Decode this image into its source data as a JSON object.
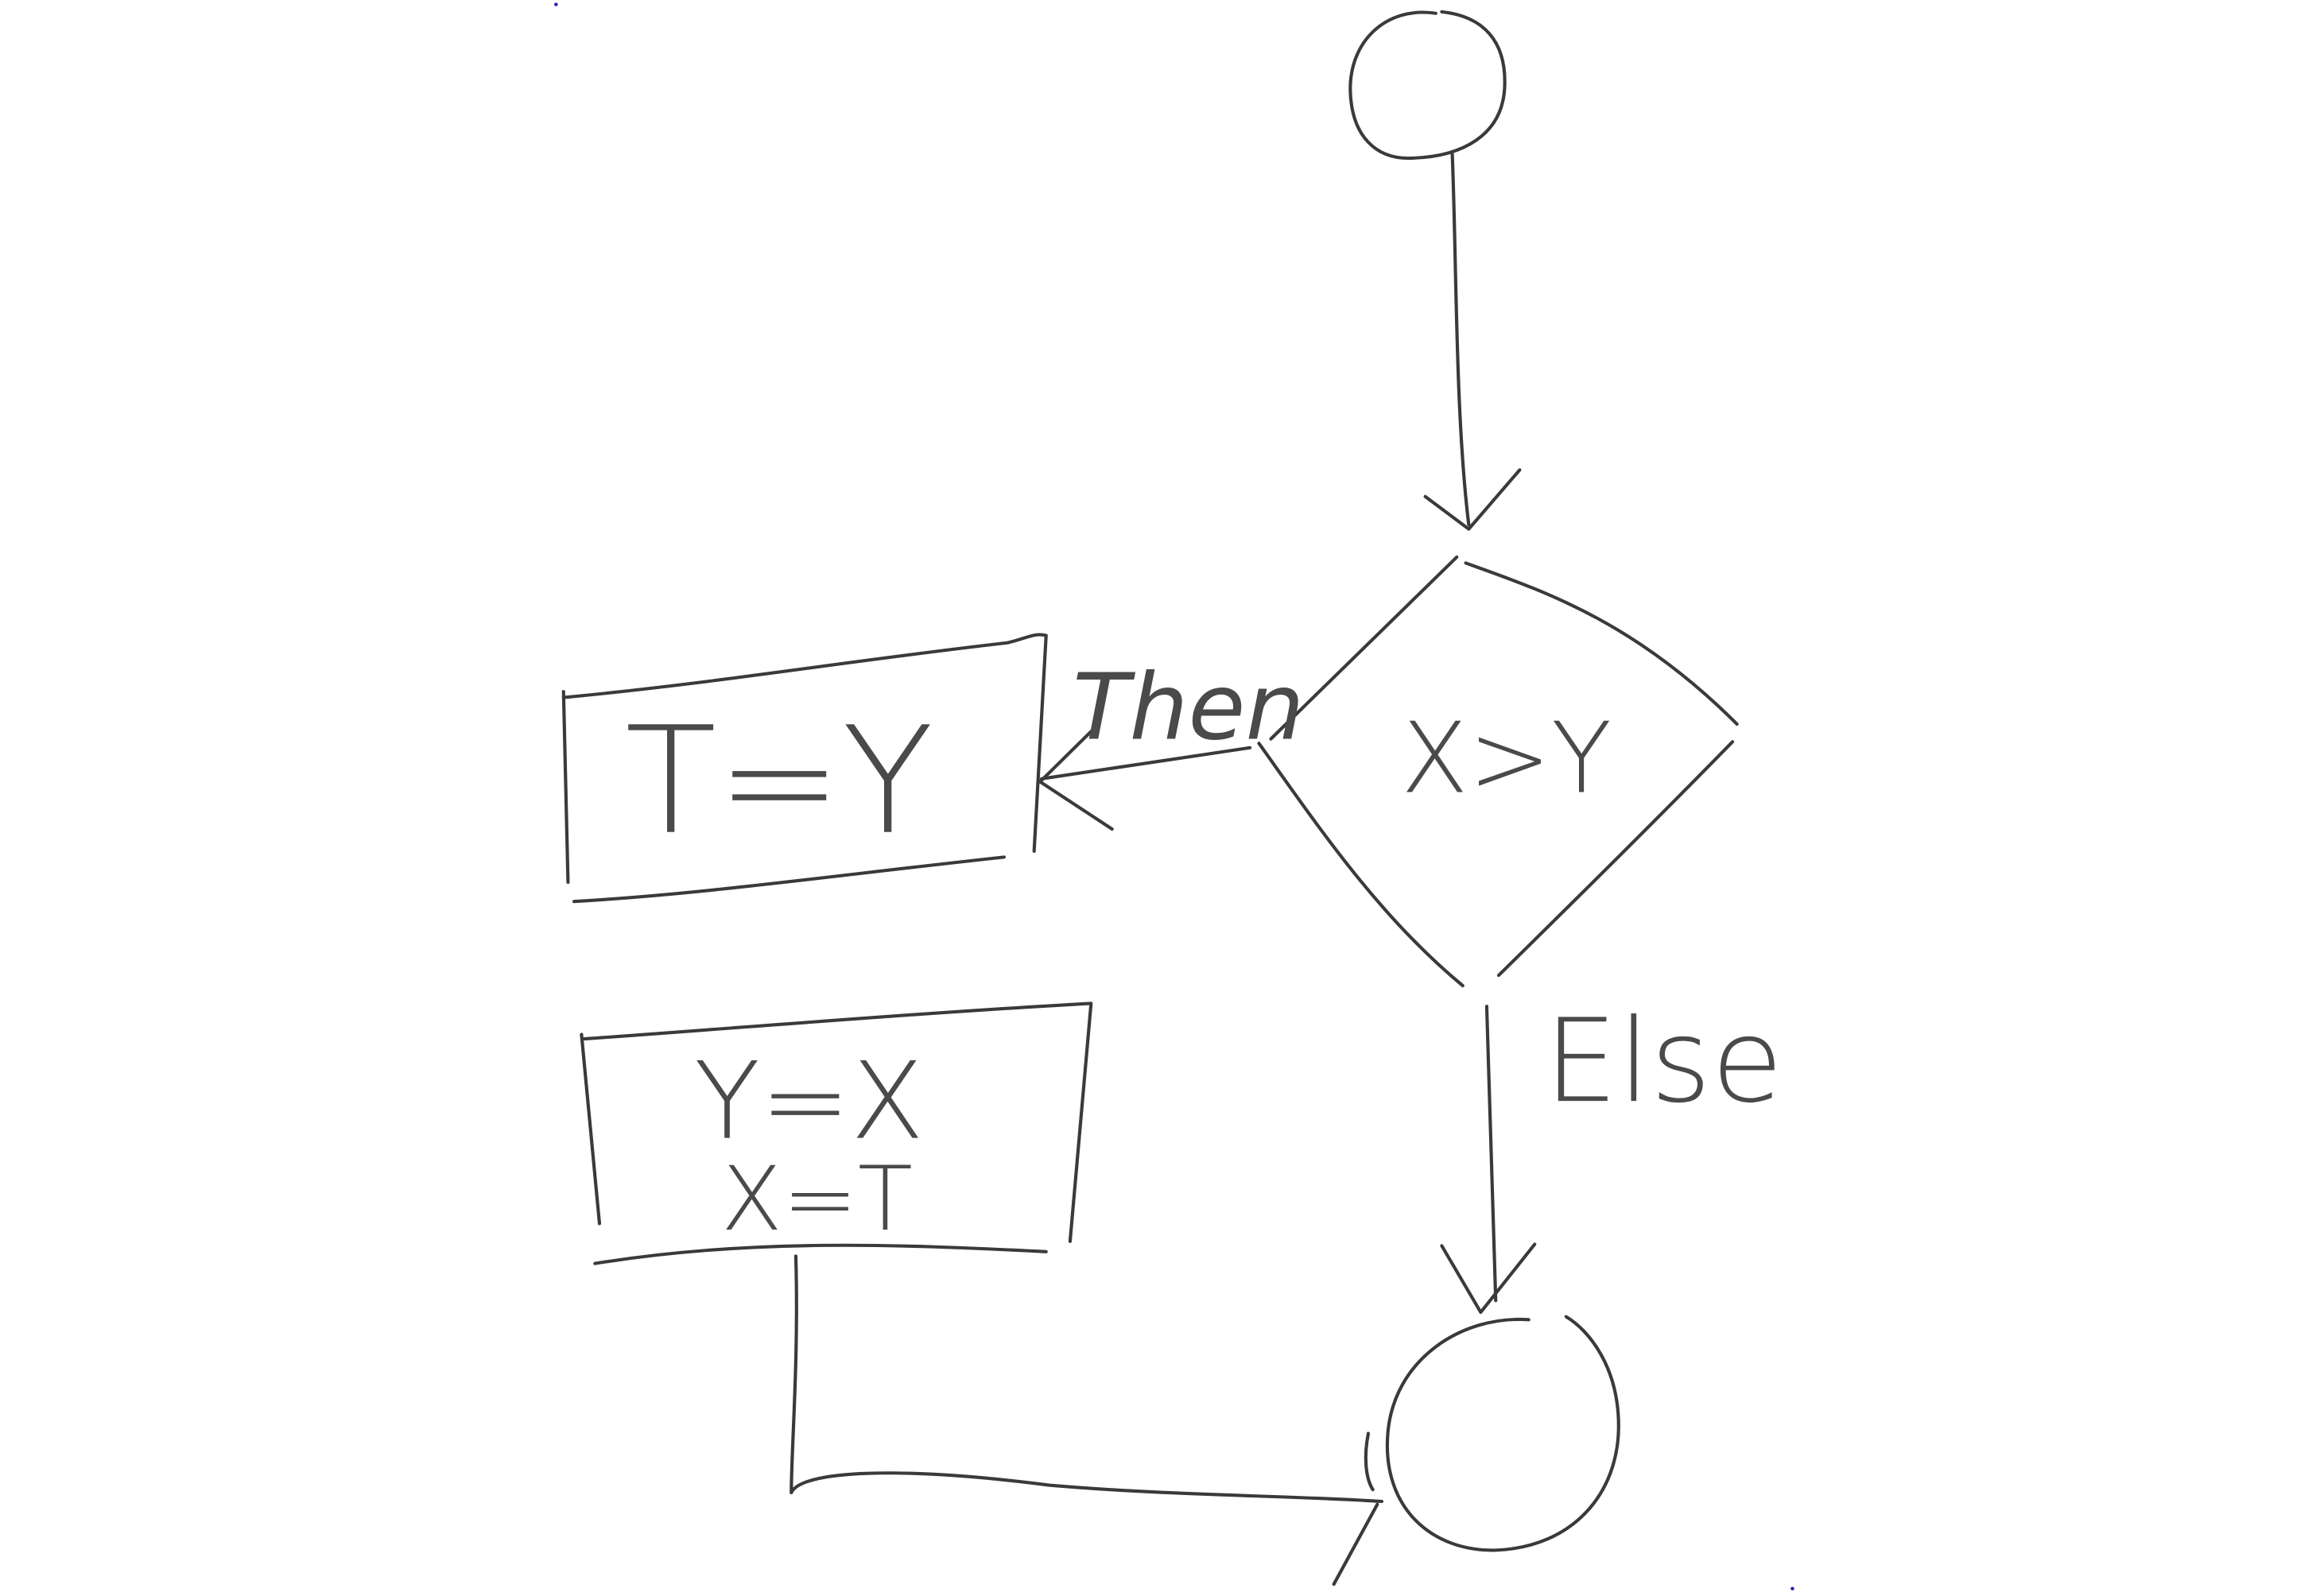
{
  "diagram": {
    "decision": {
      "label": "X>Y"
    },
    "then_box": {
      "label": "T=Y"
    },
    "swap_box": {
      "line1": "Y=X",
      "line2": "X=T"
    },
    "edge_labels": {
      "then": "Then",
      "else": "Else"
    }
  }
}
